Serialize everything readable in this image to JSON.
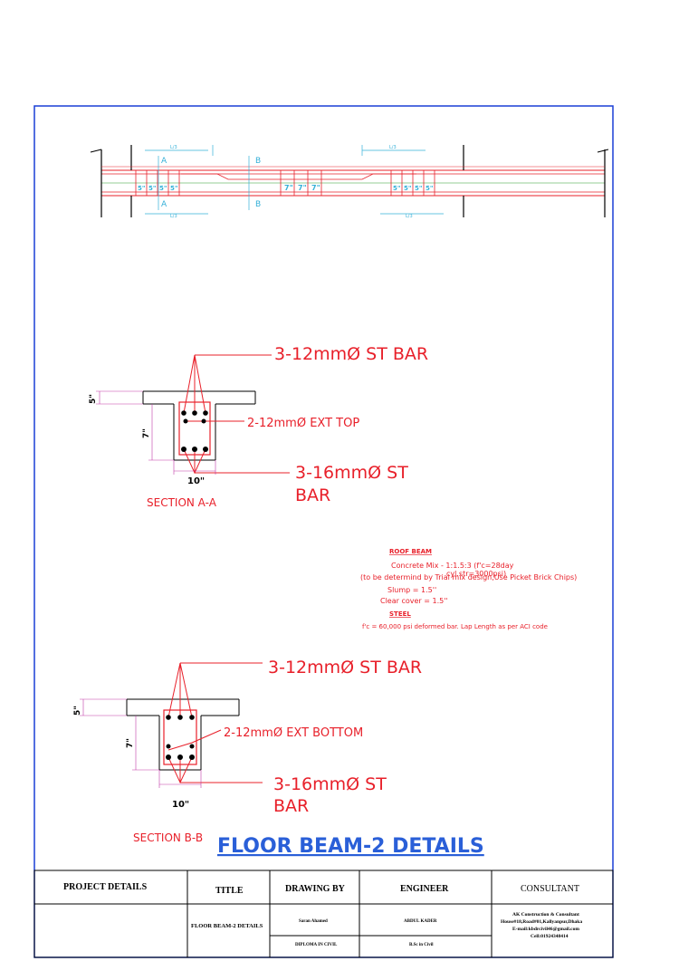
{
  "drawing_title": "FLOOR  BEAM-2 DETAILS",
  "elevation": {
    "labels": {
      "section_a_top": "A",
      "section_a_bottom": "A",
      "section_b_top": "B",
      "section_b_bottom": "B",
      "span_left": "L/3",
      "span_right": "L/3",
      "span_left_bottom": "L/3",
      "span_right_bottom": "L/3",
      "stirrup_spacing_left": [
        "5\"",
        "5\"",
        "5\"",
        "5\""
      ],
      "stirrup_spacing_mid": [
        "7\"",
        "7\"",
        "7\""
      ],
      "stirrup_spacing_right": [
        "5\"",
        "5\"",
        "5\"",
        "5\""
      ]
    }
  },
  "section_a": {
    "title": "SECTION A-A",
    "top_bar": "3-12mmØ  ST  BAR",
    "extra_bar": "2-12mmØ  EXT  TOP",
    "bottom_bar_line1": "3-16mmØ  ST",
    "bottom_bar_line2": "BAR",
    "slab_thickness": "5\"",
    "web_depth": "7\"",
    "width": "10\""
  },
  "section_b": {
    "title": "SECTION B-B",
    "top_bar": "3-12mmØ  ST  BAR",
    "extra_bar": "2-12mmØ  EXT  BOTTOM",
    "bottom_bar_line1": "3-16mmØ  ST",
    "bottom_bar_line2": "BAR",
    "slab_thickness": "5\"",
    "web_depth": "7\"",
    "width": "10\""
  },
  "notes": {
    "roof_beam_heading": "ROOF BEAM",
    "concrete_mix": "Concrete Mix - 1:1.5:3 (f'c=28day",
    "cylinder": "cyl.str=3000psi)",
    "mix_design": "(to be determind by Trial mix design,Use Picket Brick Chips)",
    "slump": "Slump = 1.5''",
    "clear_cover": "Clear cover = 1.5''",
    "steel_heading": "STEEL",
    "steel_spec": "f'c = 60,000 psi deformed bar. Lap Length as per ACI code"
  },
  "title_block": {
    "headers": {
      "project_details": "PROJECT DETAILS",
      "title": "TITLE",
      "drawing_by": "DRAWING BY",
      "engineer": "ENGINEER",
      "consultant": "CONSULTANT"
    },
    "title_value": "FLOOR  BEAM-2 DETAILS",
    "drawn_by_name": "Saran Ahamed",
    "drawn_by_qualification": "DIPLOMA IN CIVIL",
    "engineer_name": "ABDUL  KADER",
    "engineer_qualification": "B.Sc in Civil",
    "consultant_lines": [
      "AK Construction  & Consultant",
      "House#18,Road#01,Kallyanpur,Dhaka",
      "E-mail:kbdrcivil46@gmail.com",
      "Cell:01924348414"
    ]
  },
  "colors": {
    "cad_red": "#e8202a",
    "cad_blue": "#1a3fd6",
    "cad_cyan": "#35b0d8",
    "cad_green": "#2e9b2e",
    "title_blue": "#2a5fd8",
    "dim_magenta": "#c23aa8"
  }
}
